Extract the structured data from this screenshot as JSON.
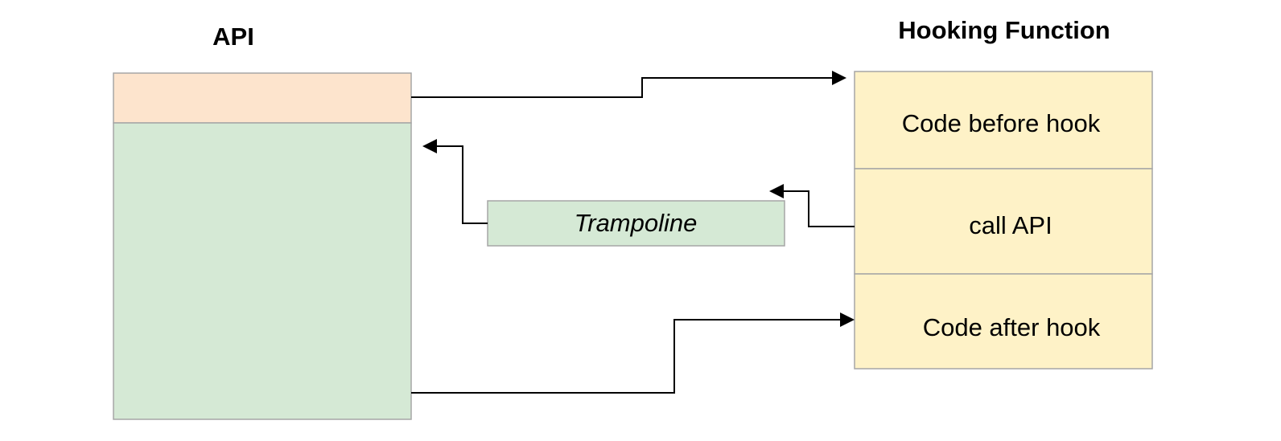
{
  "colors": {
    "api_header": "#fde4cd",
    "api_body": "#d5e9d5",
    "hook_box": "#fef2c7",
    "trampoline": "#d5e9d5",
    "stroke": "#a6a6a6",
    "line": "#000000"
  },
  "api": {
    "title": "API"
  },
  "hooking_function": {
    "title": "Hooking Function",
    "sections": [
      {
        "label": "Code before hook"
      },
      {
        "label": "call API"
      },
      {
        "label": "Code after hook"
      }
    ]
  },
  "trampoline": {
    "label": "Trampoline"
  }
}
